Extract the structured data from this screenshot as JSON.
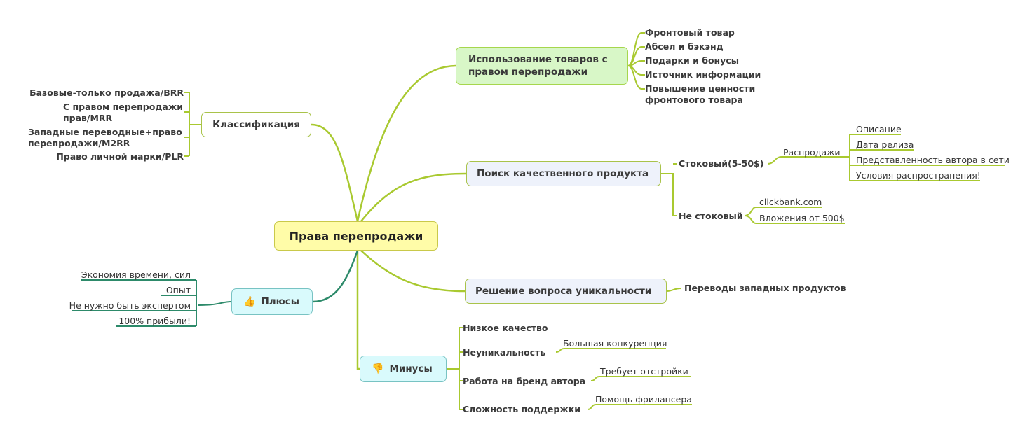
{
  "central": "Права перепродажи",
  "resell_use": {
    "title": "Использование товаров с правом перепродажи",
    "items": [
      "Фронтовый товар",
      "Абсел и бэкэнд",
      "Подарки и бонусы",
      "Источник информации",
      "Повышение ценности фронтового товара"
    ]
  },
  "classification": {
    "title": "Классификация",
    "items": [
      "Базовые-только продажа/BRR",
      "С правом перепродажи прав/MRR",
      "Западные переводные+право перепродажи/M2RR",
      "Право личной марки/PLR"
    ]
  },
  "search": {
    "title": "Поиск качественного продукта",
    "stock": {
      "label": "Стоковый(5-50$)",
      "sales": {
        "label": "Распродажи",
        "items": [
          "Описание",
          "Дата релиза",
          "Представленность автора в сети",
          "Условия распространения!"
        ]
      }
    },
    "nonstock": {
      "label": "Не стоковый",
      "items": [
        "clickbank.com",
        "Вложения от 500$"
      ]
    }
  },
  "uniqueness": {
    "title": "Решение вопроса уникальности",
    "items": [
      "Переводы западных продуктов"
    ]
  },
  "pros": {
    "title": "Плюсы",
    "icon": "thumbs-up-icon",
    "items": [
      "Экономия времени, сил",
      "Опыт",
      "Не нужно быть экспертом",
      "100% прибыли!"
    ]
  },
  "cons": {
    "title": "Минусы",
    "icon": "thumbs-down-icon",
    "items": [
      {
        "label": "Низкое качество"
      },
      {
        "label": "Неуникальность",
        "detail": "Большая конкуренция"
      },
      {
        "label": "Работа на бренд автора",
        "detail": "Требует отстройки"
      },
      {
        "label": "Сложность поддержки",
        "detail": "Помощь фрилансера"
      }
    ]
  },
  "colors": {
    "branch": "#a9c930",
    "teal": "#2d8a6a",
    "central_fill": "#fffca8",
    "green_fill": "#d8f7c7",
    "cyan_fill": "#d9fafc"
  }
}
